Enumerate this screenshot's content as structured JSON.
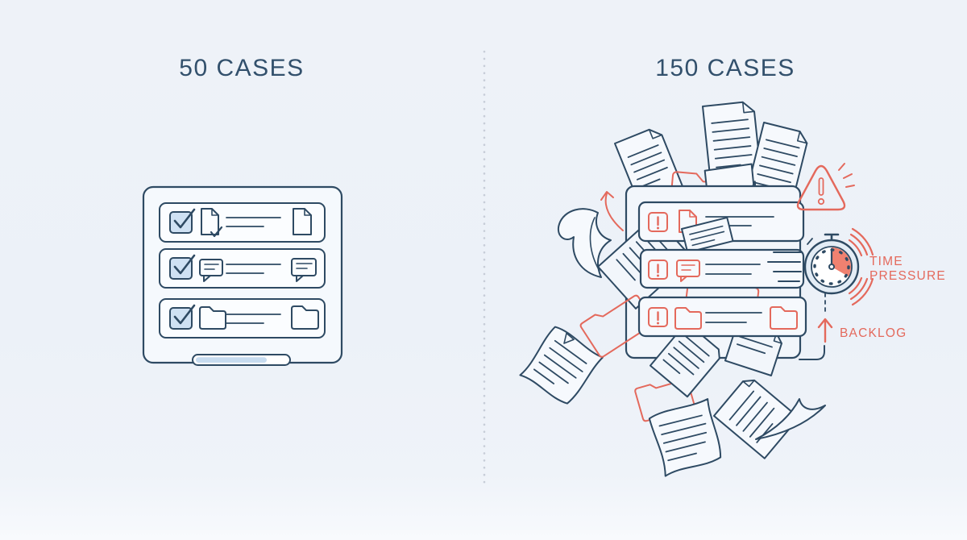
{
  "left": {
    "title": "50 CASES",
    "panel": {
      "rows": [
        {
          "checkbox": "checked",
          "left_icon": "document-check-icon",
          "right_icon": "document-icon"
        },
        {
          "checkbox": "checked",
          "left_icon": "chat-bubble-icon",
          "right_icon": "chat-bubble-icon"
        },
        {
          "checkbox": "checked",
          "left_icon": "folder-icon",
          "right_icon": "folder-icon"
        }
      ],
      "progress_fraction": 0.73
    }
  },
  "right": {
    "title": "150 CASES",
    "rows": [
      {
        "status_icon": "alert-exclamation-icon",
        "item_icon": "document-icon"
      },
      {
        "status_icon": "alert-exclamation-icon",
        "item_icon": "chat-bubble-icon"
      },
      {
        "status_icon": "alert-exclamation-icon",
        "item_icon": "folder-icon"
      }
    ],
    "annotations": {
      "time_pressure": [
        "TIME",
        "PRESSURE"
      ],
      "backlog": "BACKLOG"
    },
    "decor_icons": [
      "warning-triangle-icon",
      "stopwatch-icon",
      "backlog-up-arrow-icon",
      "vibration-arcs-icon",
      "scattered-documents",
      "red-folders"
    ]
  },
  "palette": {
    "background": "#edf1f8",
    "navy": "#2e4a63",
    "coral": "#e4695c",
    "light_blue_fill": "#cfe1f3",
    "page_fill": "#f6f9fd",
    "divider_dots": "#c7cdd8",
    "title_text": "#32506c"
  }
}
